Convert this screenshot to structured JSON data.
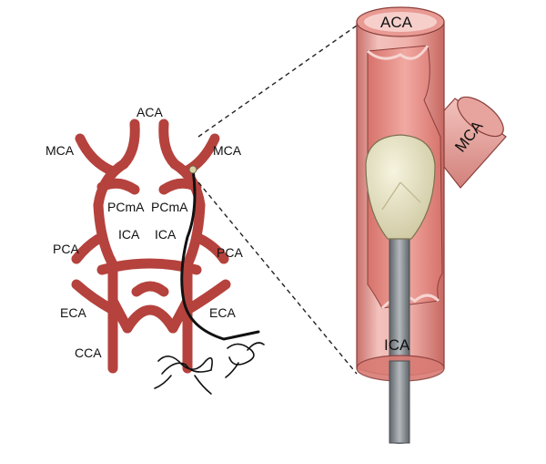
{
  "figure": {
    "left_labels": {
      "aca": "ACA",
      "mca_left": "MCA",
      "mca_right": "MCA",
      "pcma_left": "PCmA",
      "pcma_right": "PCmA",
      "ica_left": "ICA",
      "ica_right": "ICA",
      "pca_left": "PCA",
      "pca_right": "PCA",
      "eca_left": "ECA",
      "eca_right": "ECA",
      "cca": "CCA"
    },
    "right_labels": {
      "aca": "ACA",
      "mca": "MCA",
      "ica": "ICA"
    },
    "colors": {
      "artery": "#b5423d",
      "vessel_fill": "#f2b8b3",
      "vessel_inner": "#e58d86",
      "vessel_rim": "#7a2f2c",
      "suture": "#111111",
      "occluder": "#e9e4c4",
      "filament": "#8a8f94"
    },
    "icons": [
      "artery-tree",
      "suture-ties",
      "occluder-tip",
      "filament",
      "magnified-vessel"
    ]
  }
}
